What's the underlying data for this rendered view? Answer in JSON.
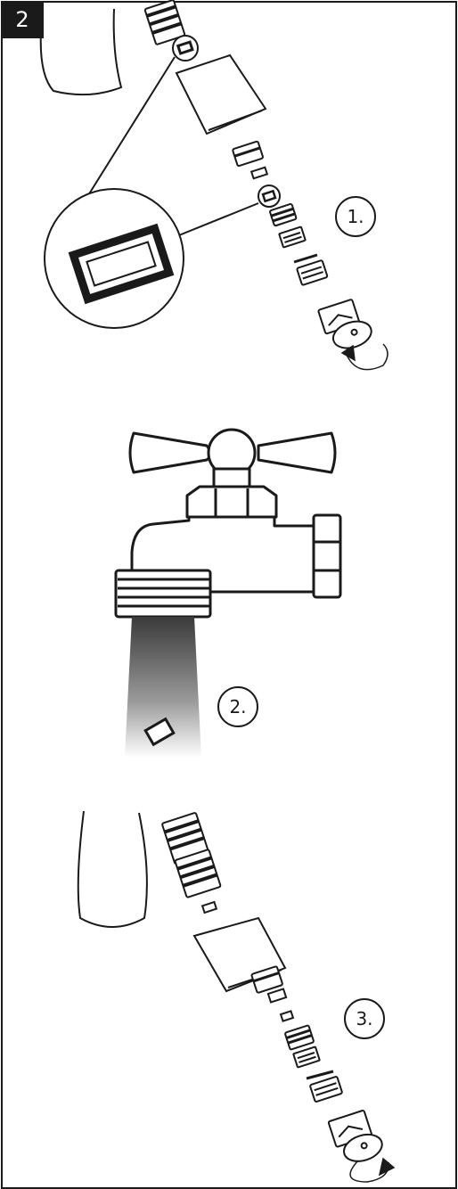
{
  "page_number": "2",
  "steps": [
    {
      "label": "1."
    },
    {
      "label": "2."
    },
    {
      "label": "3."
    }
  ],
  "colors": {
    "ink": "#1a1a1a",
    "paper": "#ffffff"
  },
  "icons": [
    "faucet-spout-icon",
    "aerator-assembly-icon",
    "filter-screen-icon",
    "outdoor-spigot-icon",
    "rotate-arrow-icon"
  ]
}
